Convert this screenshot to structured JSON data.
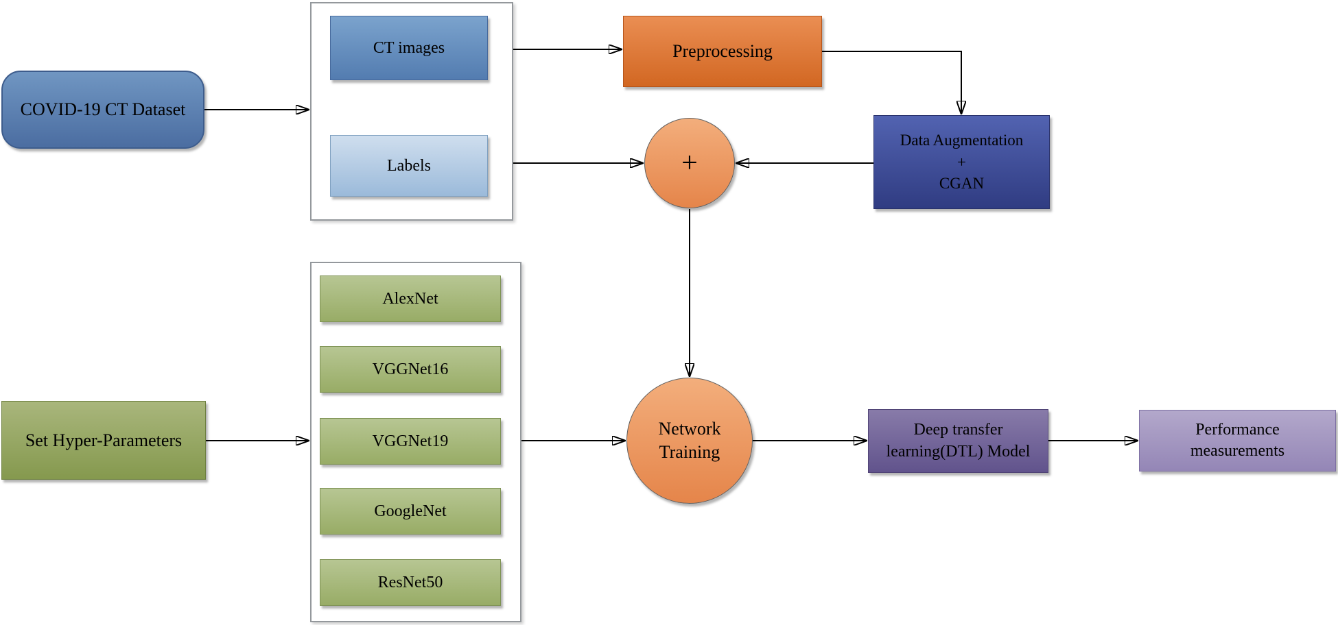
{
  "diagram": {
    "type": "flowchart",
    "description": "Deep transfer learning pipeline for COVID-19 CT classification",
    "colors": {
      "covid-top": "#7096c2",
      "covid-bottom": "#4b6da1",
      "covid-border": "#3d5c8c",
      "ct-top": "#7ba3cd",
      "ct-bottom": "#537cb0",
      "ct-border": "#46699c",
      "labels-top": "#cfdeee",
      "labels-bottom": "#9bbada",
      "labels-border": "#7fa0c0",
      "prep-top": "#ea8e53",
      "prep-bottom": "#d26722",
      "prep-border": "#b5541a",
      "aug-top": "#5263b1",
      "aug-bottom": "#303c82",
      "aug-border": "#28316b",
      "circle-top": "#f3ae7c",
      "circle-bottom": "#e5854a",
      "hyper-top": "#a9b67c",
      "hyper-bottom": "#85994e",
      "hyper-border": "#6e8040",
      "net-top": "#b7c693",
      "net-bottom": "#98ac66",
      "net-border": "#7e9254",
      "dtl-top": "#887ba9",
      "dtl-bottom": "#61538c",
      "dtl-border": "#4f4375",
      "perf-top": "#b3a8cb",
      "perf-bottom": "#9486b6",
      "perf-border": "#7d6fa3",
      "connector": "#000000"
    },
    "nodes": {
      "covid_dataset": {
        "label": "COVID-19 CT Dataset"
      },
      "ct_images": {
        "label": "CT images"
      },
      "labels": {
        "label": "Labels"
      },
      "preprocessing": {
        "label": "Preprocessing"
      },
      "data_augmentation": {
        "line1": "Data Augmentation",
        "line2": "+",
        "line3": "CGAN"
      },
      "sum_junction": {
        "symbol": "+"
      },
      "set_hyper_parameters": {
        "label": "Set Hyper-Parameters"
      },
      "network_models": [
        "AlexNet",
        "VGGNet16",
        "VGGNet19",
        "GoogleNet",
        "ResNet50"
      ],
      "network_training": {
        "line1": "Network",
        "line2": "Training"
      },
      "dtl_model": {
        "line1": "Deep transfer",
        "line2": "learning(DTL) Model"
      },
      "performance_measurements": {
        "line1": "Performance",
        "line2": "measurements"
      }
    },
    "edges": [
      {
        "from": "covid_dataset",
        "to": "dataset_group"
      },
      {
        "from": "dataset_group_ct_images",
        "to": "preprocessing"
      },
      {
        "from": "preprocessing",
        "to": "data_augmentation"
      },
      {
        "from": "dataset_group_labels",
        "to": "sum_junction"
      },
      {
        "from": "data_augmentation",
        "to": "sum_junction"
      },
      {
        "from": "sum_junction",
        "to": "network_training"
      },
      {
        "from": "set_hyper_parameters",
        "to": "networks_group"
      },
      {
        "from": "networks_group",
        "to": "network_training"
      },
      {
        "from": "network_training",
        "to": "dtl_model"
      },
      {
        "from": "dtl_model",
        "to": "performance_measurements"
      }
    ]
  }
}
